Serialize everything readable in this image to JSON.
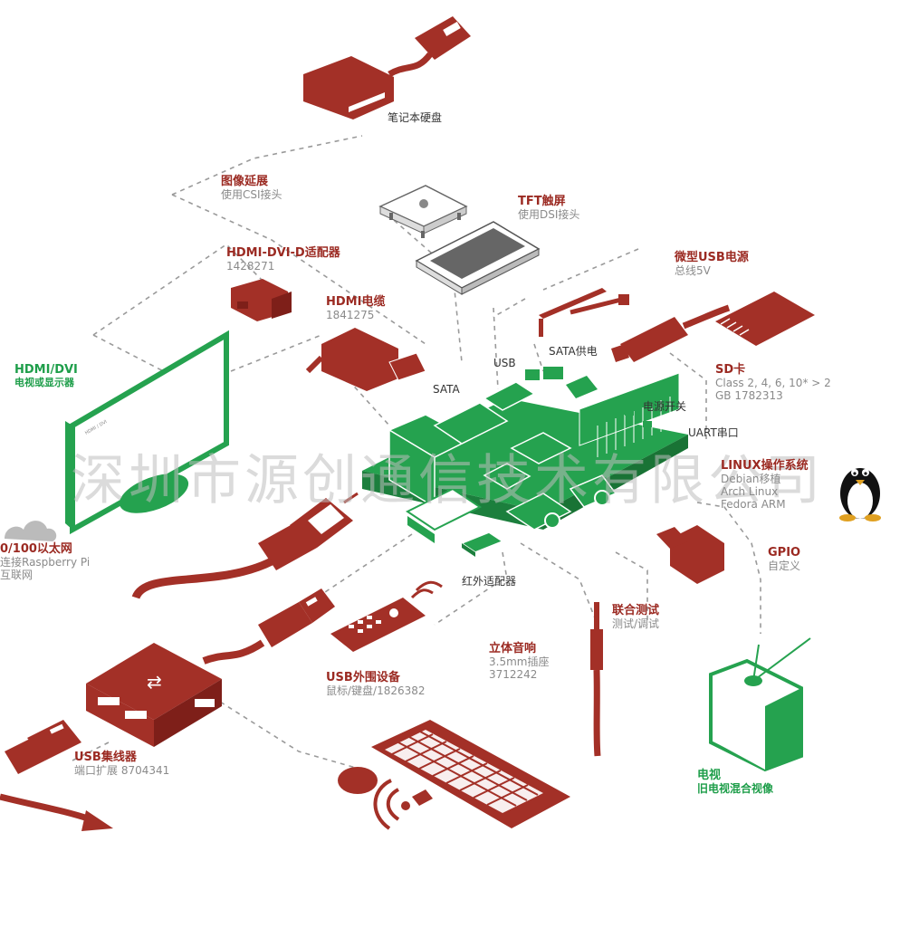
{
  "colors": {
    "red": "#a33027",
    "green": "#25a24f",
    "line": "#9a9a9a"
  },
  "labels": {
    "laptop_hdd": {
      "title": "笔记本硬盘"
    },
    "image_ext": {
      "title": "图像延展",
      "sub": "使用CSI接头"
    },
    "tft": {
      "title": "TFT触屏",
      "sub": "使用DSI接头"
    },
    "hdmi_dvi_adapter": {
      "title": "HDMI-DVI-D适配器",
      "sub": "1428271"
    },
    "hdmi_cable": {
      "title": "HDMI电缆",
      "sub": "1841275"
    },
    "micro_usb_power": {
      "title": "微型USB电源",
      "sub": "总线5V"
    },
    "sd_card": {
      "title": "SD卡",
      "sub1": "Class 2, 4, 6, 10* > 2",
      "sub2": "GB 1782313"
    },
    "hdmi_dvi_tv": {
      "title": "HDMI/DVI",
      "sub": "电视或显示器"
    },
    "usb": {
      "title": "USB"
    },
    "sata_power": {
      "title": "SATA供电"
    },
    "sata": {
      "title": "SATA"
    },
    "power_switch": {
      "title": "电源开关"
    },
    "uart": {
      "title": "UART串口"
    },
    "linux": {
      "title": "LINUX操作系统",
      "sub1": "Debian移植",
      "sub2": "Arch Linux",
      "sub3": "Fedora ARM"
    },
    "ethernet": {
      "title": "0/100以太网",
      "sub1": "连接Raspberry Pi",
      "sub2": "互联网"
    },
    "gpio": {
      "title": "GPIO",
      "sub": "自定义"
    },
    "ir_adapter": {
      "title": "红外适配器"
    },
    "debug": {
      "title": "联合测试",
      "sub": "测试/调试"
    },
    "audio": {
      "title": "立体音响",
      "sub1": "3.5mm插座",
      "sub2": "3712242"
    },
    "usb_peripherals": {
      "title": "USB外围设备",
      "sub": "鼠标/键盘/1826382"
    },
    "usb_hub": {
      "title": "USB集线器",
      "sub": "端口扩展 8704341"
    },
    "tv": {
      "title": "电视",
      "sub": "旧电视混合视像"
    }
  },
  "watermark": "深圳市源创通信技术有限公司",
  "icons": [
    "hdd-icon",
    "tft-screen-icon",
    "csi-module-icon",
    "hdmi-dvi-adapter-icon",
    "hdmi-cable-icon",
    "sata-cable-icon",
    "micro-usb-plug-icon",
    "sd-card-icon",
    "monitor-icon",
    "raspberry-pi-board-icon",
    "ethernet-plug-icon",
    "cloud-icon",
    "tux-penguin-icon",
    "gpio-connector-icon",
    "remote-control-icon",
    "audio-jack-icon",
    "usb-plug-icon",
    "usb-hub-icon",
    "keyboard-icon",
    "mouse-icon",
    "tv-icon"
  ]
}
